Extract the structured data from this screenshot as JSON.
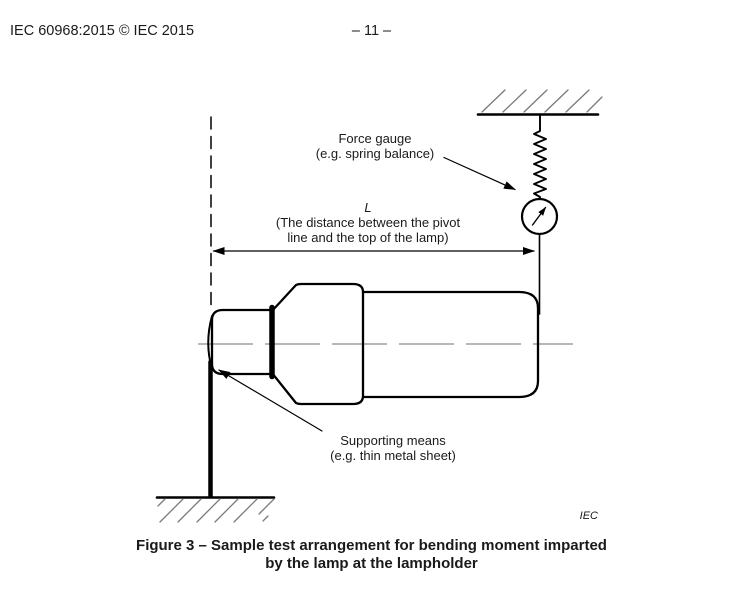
{
  "page": {
    "header_left": "IEC 60968:2015 © IEC 2015",
    "page_number": "– 11 –"
  },
  "figure": {
    "labels": {
      "force_gauge_1": "Force gauge",
      "force_gauge_2": "(e.g. spring balance)",
      "dim_l": "L",
      "dim_note_1": "(The distance between the pivot",
      "dim_note_2": "line and the top of the lamp)",
      "support_1": "Supporting means",
      "support_2": "(e.g. thin metal sheet)",
      "source": "IEC"
    },
    "caption_1": "Figure 3 – Sample test arrangement for bending moment imparted",
    "caption_2": "by the lamp at the lampholder",
    "colors": {
      "ink": "#000000",
      "hatch": "#7a7a7a",
      "centerline": "#adadad"
    }
  }
}
